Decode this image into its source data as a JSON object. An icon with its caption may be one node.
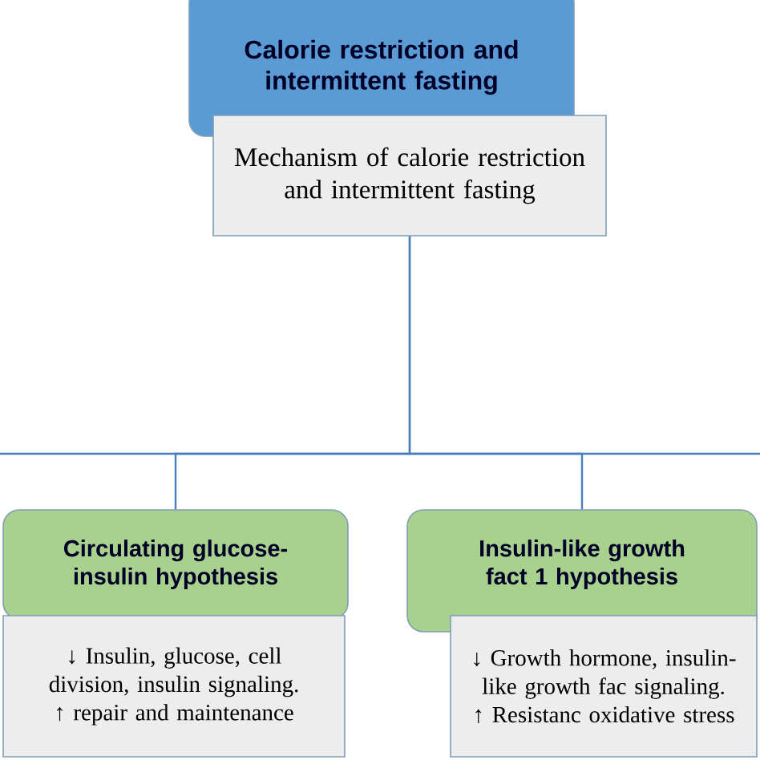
{
  "diagram": {
    "nodes": [
      {
        "text": [
          "Calorie restriction and intermittent fasting",
          "Mechanism of calorie restriction and intermittent fasting"
        ]
      },
      {
        "text": [
          "Circulating glucose- insulin hypothesis",
          "↓ Insulin, glucose, cell division, insulin signaling. ↑ repair and maintenance"
        ]
      },
      {
        "text": [
          "Insulin-like growth fact 1 hypothesis",
          "↓ Growth hormone, insulin-like growth fac signaling. ↑ Resistanc oxidative stress"
        ]
      }
    ],
    "edges": [
      {
        "from": 0,
        "to": 1,
        "arrow": "none"
      },
      {
        "from": 0,
        "to": 2,
        "arrow": "none"
      }
    ]
  }
}
